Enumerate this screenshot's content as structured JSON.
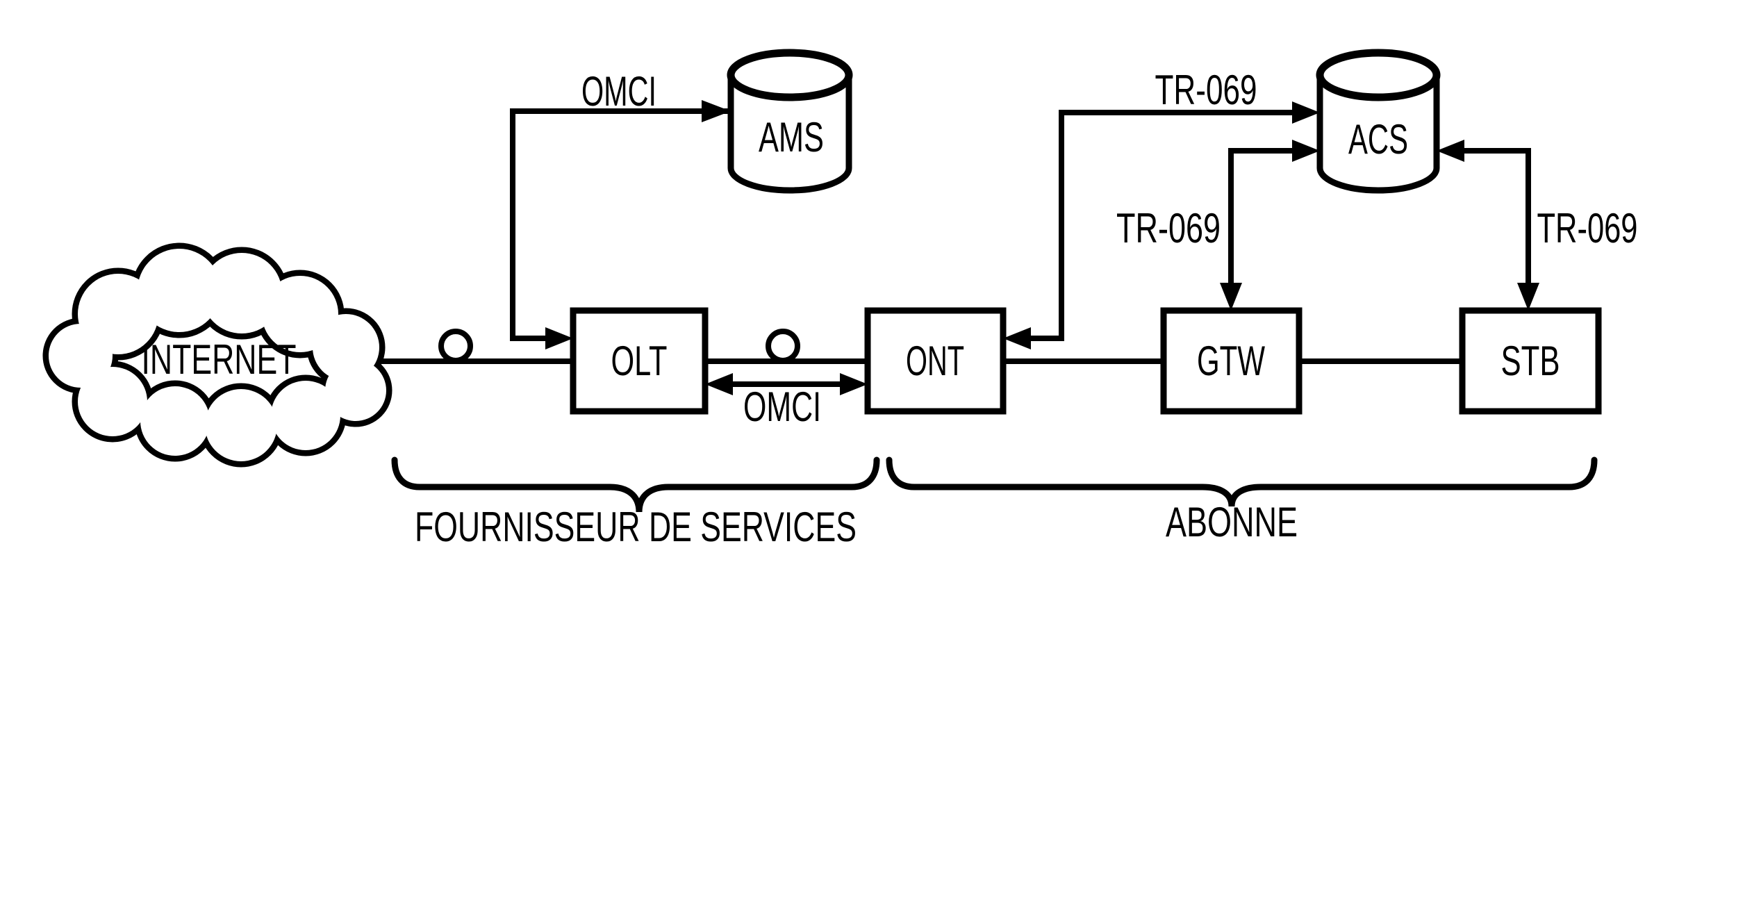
{
  "figure": {
    "background": "#ffffff",
    "ink": "#000000",
    "description_type": "network-architecture-diagram"
  },
  "nodes": {
    "internet": {
      "label": "INTERNET",
      "shape": "cloud"
    },
    "olt": {
      "label": "OLT",
      "shape": "box"
    },
    "ont": {
      "label": "ONT",
      "shape": "box"
    },
    "gtw": {
      "label": "GTW",
      "shape": "box"
    },
    "stb": {
      "label": "STB",
      "shape": "box"
    },
    "ams": {
      "label": "AMS",
      "shape": "cylinder"
    },
    "acs": {
      "label": "ACS",
      "shape": "cylinder"
    }
  },
  "edges": {
    "internet_olt": {
      "label": "",
      "from": "INTERNET",
      "to": "OLT",
      "arrows": "none"
    },
    "olt_ams": {
      "label": "OMCI",
      "from": "OLT",
      "to": "AMS",
      "arrows": "both"
    },
    "olt_ont": {
      "label": "OMCI",
      "from": "OLT",
      "to": "ONT",
      "arrows": "both"
    },
    "ont_gtw": {
      "label": "",
      "from": "ONT",
      "to": "GTW",
      "arrows": "none"
    },
    "ont_acs": {
      "label": "TR-069",
      "from": "ONT",
      "to": "ACS",
      "arrows": "both"
    },
    "gtw_acs": {
      "label": "TR-069",
      "from": "GTW",
      "to": "ACS",
      "arrows": "both"
    },
    "gtw_stb": {
      "label": "",
      "from": "GTW",
      "to": "STB",
      "arrows": "none"
    },
    "stb_acs": {
      "label": "TR-069",
      "from": "STB",
      "to": "ACS",
      "arrows": "both"
    }
  },
  "regions": {
    "provider": {
      "label": "FOURNISSEUR DE SERVICES"
    },
    "subscriber": {
      "label": "ABONNE"
    }
  },
  "icons": {
    "fiber_loop_left": "fiber-loop-marker",
    "fiber_loop_right": "fiber-loop-marker"
  }
}
